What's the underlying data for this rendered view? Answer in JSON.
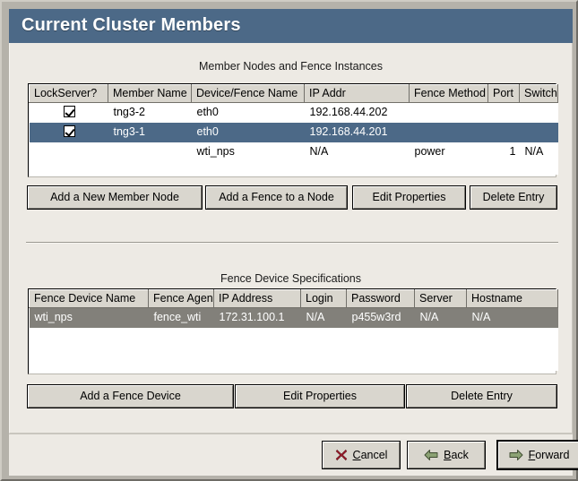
{
  "window": {
    "title": "Current Cluster Members",
    "accent_color": "#4c6987",
    "panel_color": "#edeae4",
    "selected_row_color": "#4c6987",
    "selected_device_row_color": "#82807a"
  },
  "members_section": {
    "heading": "Member Nodes and Fence Instances",
    "columns": [
      "LockServer?",
      "Member Name",
      "Device/Fence Name",
      "IP Addr",
      "Fence Method",
      "Port",
      "Switch"
    ],
    "rows": [
      {
        "lockserver_checked": true,
        "member_name": "tng3-2",
        "device_fence_name": "eth0",
        "ip_addr": "192.168.44.202",
        "fence_method": "",
        "port": "",
        "switch": "",
        "selected": false
      },
      {
        "lockserver_checked": true,
        "member_name": "tng3-1",
        "device_fence_name": "eth0",
        "ip_addr": "192.168.44.201",
        "fence_method": "",
        "port": "",
        "switch": "",
        "selected": true
      },
      {
        "lockserver_checked": false,
        "member_name": "",
        "device_fence_name": "wti_nps",
        "ip_addr": "N/A",
        "fence_method": "power",
        "port": "1",
        "switch": "N/A",
        "selected": false
      }
    ],
    "buttons": [
      {
        "label": "Add a New Member Node",
        "name": "add-new-member-node-button"
      },
      {
        "label": "Add a Fence to a Node",
        "name": "add-fence-to-node-button"
      },
      {
        "label": "Edit Properties",
        "name": "edit-member-properties-button"
      },
      {
        "label": "Delete Entry",
        "name": "delete-member-entry-button"
      }
    ]
  },
  "fence_section": {
    "heading": "Fence Device Specifications",
    "columns": [
      "Fence Device Name",
      "Fence Agent",
      "IP Address",
      "Login",
      "Password",
      "Server",
      "Hostname"
    ],
    "rows": [
      {
        "fence_device_name": "wti_nps",
        "fence_agent": "fence_wti",
        "ip_address": "172.31.100.1",
        "login": "N/A",
        "password": "p455w3rd",
        "server": "N/A",
        "hostname": "N/A",
        "selected": true
      }
    ],
    "buttons": [
      {
        "label": "Add a Fence Device",
        "name": "add-fence-device-button"
      },
      {
        "label": "Edit Properties",
        "name": "edit-fence-properties-button"
      },
      {
        "label": "Delete Entry",
        "name": "delete-fence-entry-button"
      }
    ]
  },
  "action_bar": {
    "cancel": {
      "pre": "",
      "mnemonic": "C",
      "post": "ancel",
      "icon": "cancel-x-icon"
    },
    "back": {
      "pre": "",
      "mnemonic": "B",
      "post": "ack",
      "icon": "arrow-left-icon"
    },
    "forward": {
      "pre": "",
      "mnemonic": "F",
      "post": "orward",
      "icon": "arrow-right-icon",
      "focused": true
    }
  }
}
